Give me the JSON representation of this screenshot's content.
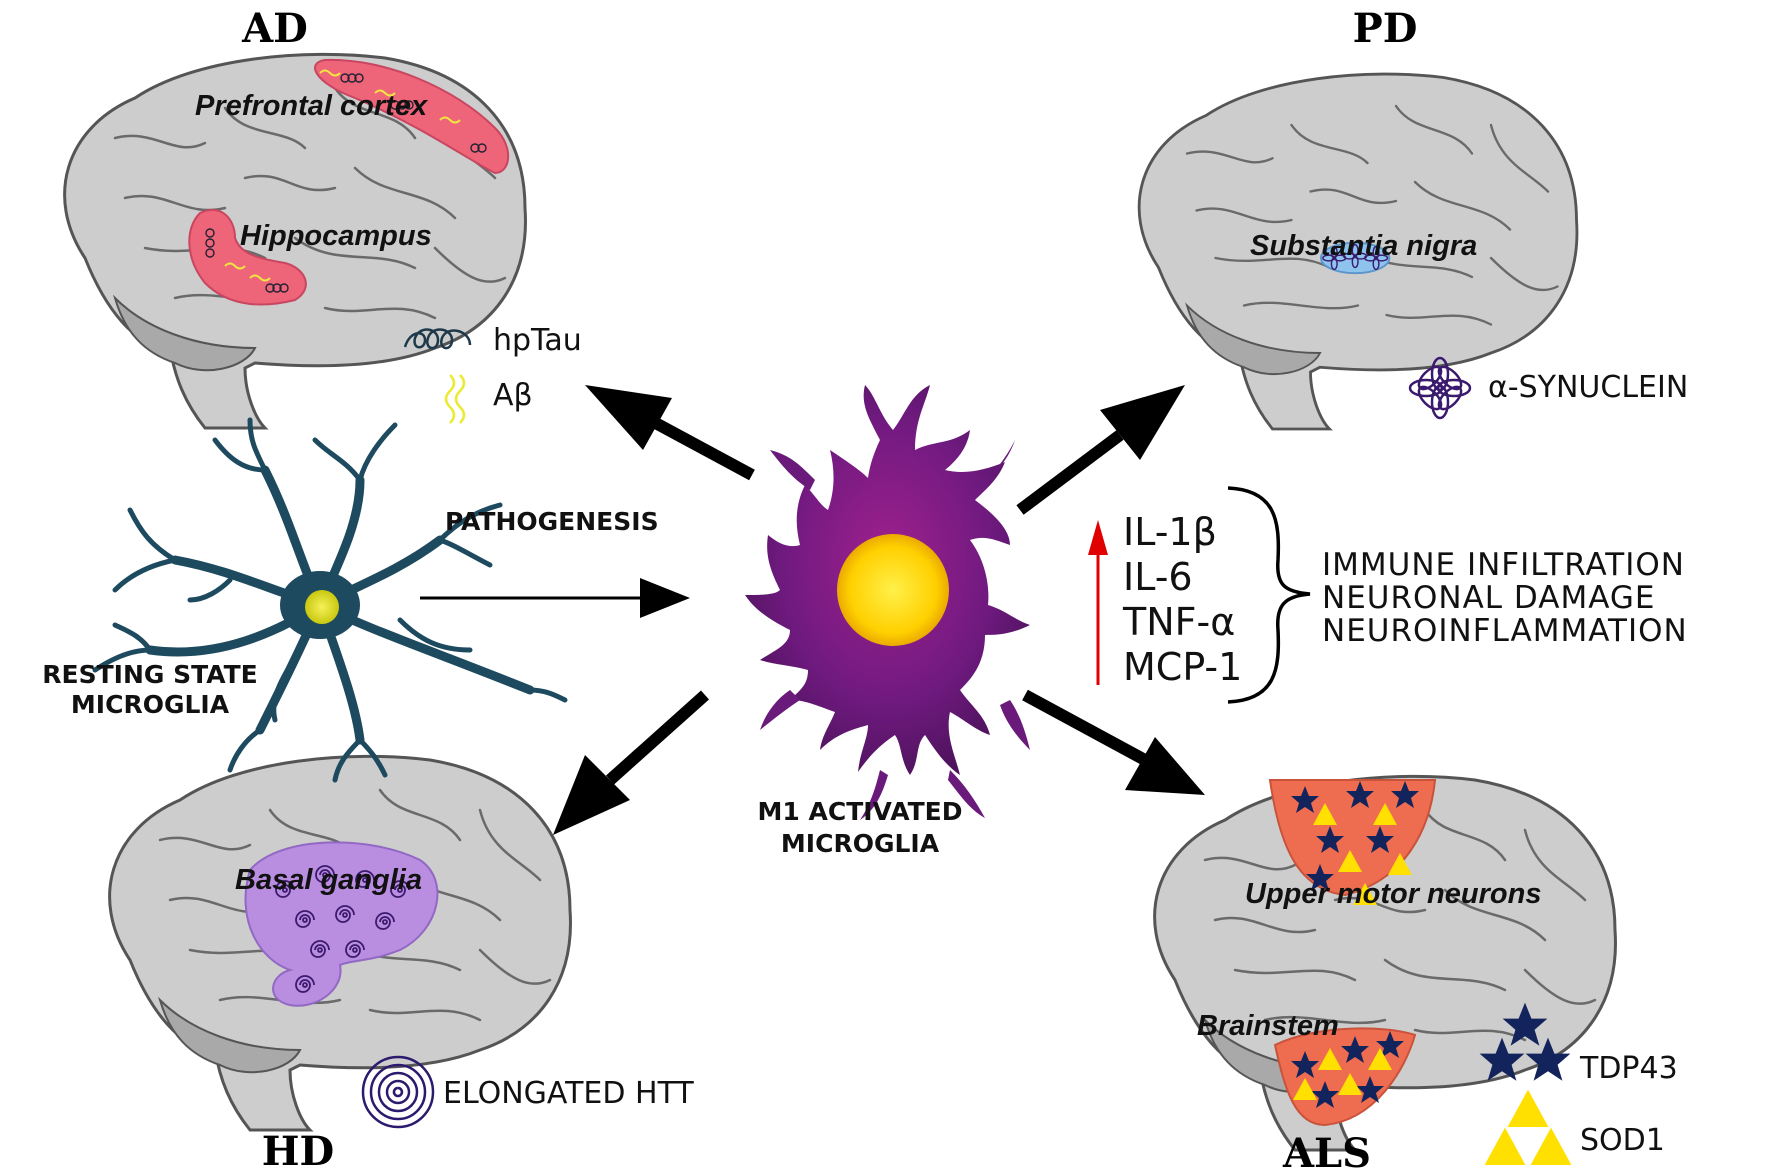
{
  "diseases": {
    "ad": {
      "title": "AD",
      "regions": [
        "Prefrontal cortex",
        "Hippocampus"
      ],
      "legend": [
        "hpTau",
        "Aβ"
      ]
    },
    "pd": {
      "title": "PD",
      "regions": [
        "Substantia nigra"
      ],
      "legend": [
        "α-SYNUCLEIN"
      ]
    },
    "hd": {
      "title": "HD",
      "regions": [
        "Basal ganglia"
      ],
      "legend": [
        "ELONGATED HTT"
      ]
    },
    "als": {
      "title": "ALS",
      "regions": [
        "Upper motor neurons",
        "Brainstem"
      ],
      "legend": [
        "TDP43",
        "SOD1"
      ]
    }
  },
  "center": {
    "pathogenesis_label": "PATHOGENESIS",
    "resting_label": [
      "RESTING STATE",
      "MICROGLIA"
    ],
    "activated_label": [
      "M1 ACTIVATED",
      "MICROGLIA"
    ]
  },
  "cytokines": [
    "IL-1β",
    "IL-6",
    "TNF-α",
    "MCP-1"
  ],
  "effects": [
    "IMMUNE INFILTRATION",
    "NEURONAL DAMAGE",
    "NEUROINFLAMMATION"
  ],
  "colors": {
    "brain": "#cfcfcf",
    "brain_outline": "#555555",
    "ad_region": "#ee6478",
    "pd_region": "#8ec3ee",
    "hd_region": "#b98de0",
    "als_region": "#ee6d50",
    "microglia_resting": "#1d4a5e",
    "microglia_active": "#6a1a7a",
    "nucleus": "#ffd400",
    "star": "#13245c",
    "triangle": "#ffe000",
    "up_arrow": "#e00000"
  }
}
